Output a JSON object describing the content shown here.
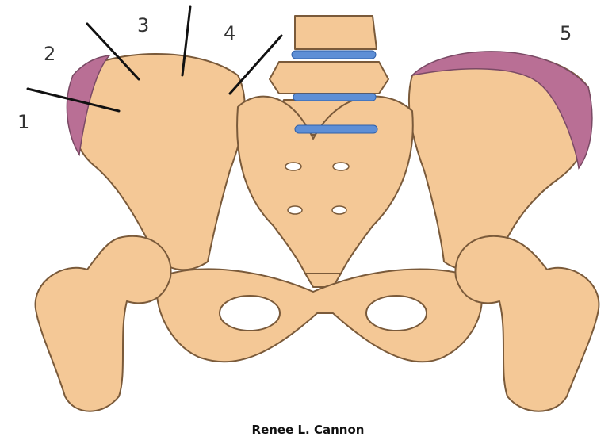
{
  "labels": [
    "1",
    "2",
    "3",
    "4",
    "5"
  ],
  "caption": "Renee L. Cannon",
  "colors": {
    "bone": "#f4c896",
    "bone_outline": "#7a5a3a",
    "crest": "#b96f95",
    "disc": "#5e8fd6",
    "pointer": "#111111"
  }
}
